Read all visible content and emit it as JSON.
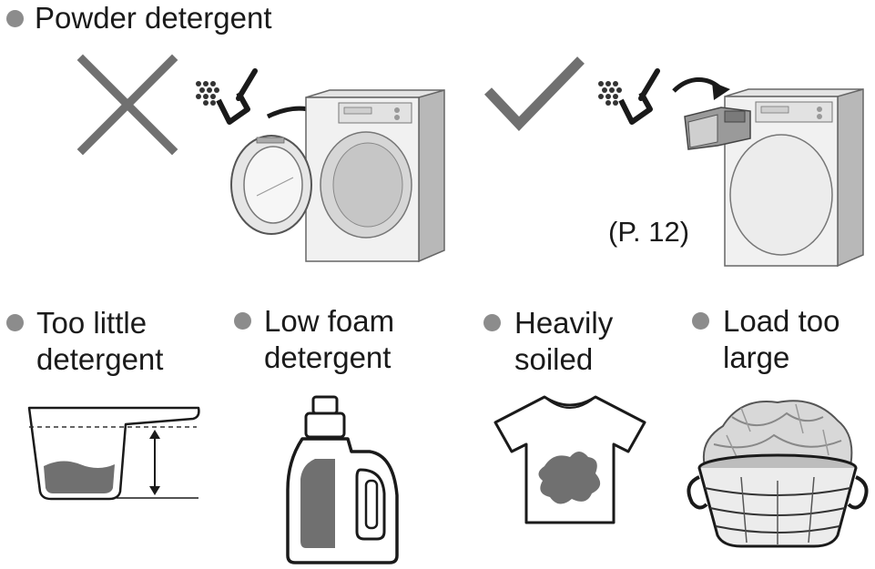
{
  "section": {
    "title": "Powder detergent",
    "page_ref": "(P. 12)"
  },
  "causes": [
    {
      "line1": "Too little",
      "line2": "detergent"
    },
    {
      "line1": "Low foam",
      "line2": "detergent"
    },
    {
      "line1": "Heavily",
      "line2": "soiled"
    },
    {
      "line1": "Load too",
      "line2": "large"
    }
  ],
  "colors": {
    "bullet": "#8c8c8c",
    "icon_gray": "#707070",
    "machine_light": "#f1f1f1",
    "machine_mid": "#d6d6d6",
    "text": "#1a1a1a"
  }
}
